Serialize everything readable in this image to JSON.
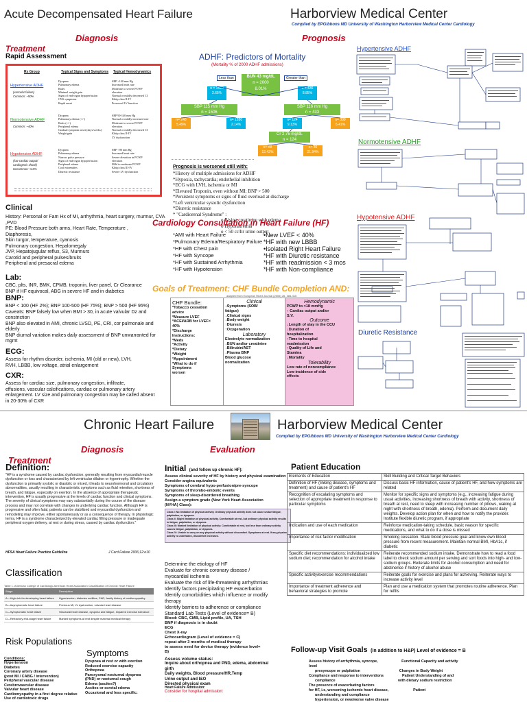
{
  "top": {
    "title_left": "Acute Decompensated Heart Failure",
    "title_right": "Harborview Medical Center",
    "credit": "Compiled by EPGibbons MD  University of Washington Harborview Medical Center Cardiology",
    "diagnosis": "Diagnosis",
    "prognosis": "Prognosis",
    "treatment": "Treatment",
    "rapid": "Rapid Assessment",
    "rapid_headers": [
      "Rx Group",
      "Typical Signs and Symptoms",
      "Typical Hemodynamics"
    ],
    "rapid_groups": [
      {
        "name": "Hypertensive ADHF",
        "color": "#1e4fd8",
        "sub": [
          "(vascular failure)",
          "Common: ~50%"
        ],
        "signs": [
          "Dyspnea",
          "Pulmonary edema",
          "Rales",
          "Minimal weight gain",
          "Signs of end-organ hypoperfusion",
          "CNS symptoms",
          "Rapid onset"
        ],
        "hemo": [
          "SBP >140 mm Hg",
          "Increased heart rate",
          "Moderate to severe PCWP",
          "elevation",
          "Normal or mildly decreased CI",
          "Kihip class II-IV",
          "Preserved LV function"
        ]
      },
      {
        "name": "Normotensive ADHF",
        "color": "#23a020",
        "sub": [
          "Common: ~40%"
        ],
        "signs": [
          "Dyspnea",
          "Pulmonary edema (+/-)",
          "Rales (+/-)",
          "Peripheral edema",
          "Gradual symptom onset (days/weeks)",
          "Weight gain"
        ],
        "hemo": [
          "SBP 90-140 mm Hg",
          "Normal or mildly increased rate",
          "Moderate to severe PCWP",
          "elevation",
          "Normal or mildly decreased CI",
          "Kihip class II-IV",
          "LV dysfunction"
        ]
      },
      {
        "name": "Hypotensive ADHF",
        "color": "#e01b1b",
        "sub": [
          "(low cardiac output/",
          "cardiogenic shock)",
          "Uncommon: <10%"
        ],
        "signs": [
          "Dyspnea",
          "Pulmonary edema",
          "Narrow pulse pressure",
          "Signs of end-organ hypoperfusion",
          "Peripheral edema",
          "Cool extremities",
          "Diuretic resistance"
        ],
        "hemo": [
          "SBP <90 mm Hg",
          "Increased heart rate",
          "Severe elevation in PCWP",
          "elevation",
          "Mild to moderate PCWP",
          "Kihip class III-IV",
          "Severe LV dysfunction"
        ]
      }
    ],
    "clinical_head": "Clinical",
    "clinical_text": [
      "History: Personal or Fam Hx of MI, arrhythmia, heart surgery, murmur,                     CVA ,PVD",
      "PE:  Blood Pressure both arms, Heart Rate, Temperature ,",
      "Diaphoresis,",
      "      Skin turgor, temperature, cyanosis",
      "      Pulmonary congestion, Hepalomegaly",
      "      JVP, Hepatojugular reflux, S3, Murmurs",
      "      Carotid and peripheral pulses/bruits",
      "      Peripheral and presacral edema"
    ],
    "lab_head": "Lab:",
    "lab_text": [
      "CBC, plts, INR, BMK, CPMB, troponin, liver panel, Cr Clearance",
      "BNP if HF equivocal, ABG in severe HF and in diabetics"
    ],
    "bnp_head": "BNP:",
    "bnp_text": [
      " BNP < 100 (HF 2%); BNP 100-500 (HF 75%); BNP > 500 (HF 95%)",
      "Caveats: BNP falsely low when BMI > 30, in acute valvular Dz and constriction",
      "BNP also elevated in AMI, chronic LVSD, PE, CRI, cor pulmonale and elderly",
      "BNP diurnal variation makes daily assessment of BNP unwarranted for mgmt"
    ],
    "ecg_head": "ECG:",
    "ecg_text": [
      " Assess for rhythm disorder, ischemia, MI (old or new), LVH,",
      "RVH, LBBB, low voltage, atrial enlargement"
    ],
    "cxr_head": "CXR:",
    "cxr_text": [
      " Assess for cardiac size, pulmonary congestion, infiltrate,",
      "effusions, vascular calcifications, cardiac or pulmonary artery",
      "enlargement. LV size and pulmonary congestion may be called absent",
      "in 20-30% of CXR"
    ]
  },
  "predictors": {
    "title": "ADHF: Predictors of Mortality",
    "subtitle": "(Mortality % of 2000 ADHF admissions)",
    "bun": "BUN 43 mg/dL",
    "bun_n": "n = 2000",
    "bun_pct": "8.01%",
    "less": "Less than",
    "greater": "Greater than",
    "n1520": "n = 1520",
    "p1": "3.65%",
    "n436": "n = 436",
    "p2": "8.85%",
    "sbp1": "SBP 115 mm Hg",
    "sbp1n": "n = 1506",
    "sbp2": "SBP 116 mm Hg",
    "sbp2n": "n = 433",
    "leaves": [
      {
        "n": "n= 248",
        "p": "5.49%"
      },
      {
        "n": "n= 1280",
        "p": "2.14%"
      },
      {
        "n": "n= 124",
        "p": "9.13%"
      },
      {
        "n": "n= 309",
        "p": "6.41%"
      }
    ],
    "cr": "Cr 2.75 mg/dL",
    "crn": "n = 124",
    "lo": [
      {
        "n": "n= 88",
        "p": "12.42%"
      },
      {
        "n": "n= 36",
        "p": "21.94%"
      }
    ],
    "prognosis_head": "Prognosis is worsened still with:",
    "prognosis_list": [
      "*History of multiple admissions for ADHF",
      "*Hypoxia, tachycardia; endothelial inhibition",
      "*ECG with LVH, ischemia or MI",
      "*Elevated Troponin, even without MI; BNP > 500",
      "*Persistent symptoms or signs of fluid overload at discharge",
      "*Left ventricular systolic dysfunction",
      "*Diuretic resistance",
      "* \"Cardiorenal Syndrome\" :"
    ],
    "cardiorenal": [
      "o Rising creatinine with edema",
      "o Hyponatremia",
      "o < 50 cc/hr urine output"
    ]
  },
  "flow": {
    "hyper": "Hypertensive ADHF",
    "normo": "Normotensive ADHF",
    "hypo": "Hypotensive ADHF",
    "diuretic": "Diuretic Resistance"
  },
  "consult": {
    "title": "Cardiology Consultation in Heart Failure (HF)",
    "col1": [
      "*AMI with Heart Failure",
      "*Pulmonary Edema/Respiratory Failure",
      "*HF with Chest pain",
      "*HF with Syncope",
      "*HF with Sustained Arrhythmia",
      "*HF with Hypotension"
    ],
    "col2": [
      "•New LVEF < 40%",
      "*HF with new LBBB",
      "•Isolated Right Heart Failure",
      "*HF with Diuretic resistance",
      "*HF with readmission < 3 mos",
      "*HF with Non-compliance"
    ]
  },
  "goals": {
    "title": "Goals of Treatment: CHF Bundle Completion AND:",
    "source": "adapted from European Heart Journal (2005) 26, 384-416",
    "bundle_head": "CHF Bundle:",
    "bundle": [
      "*Tobacco cessation",
      "advice",
      "*Measure LVEF",
      "*ACEI/ARB for LVEF<",
      "40%",
      "*Discharge",
      "Instructions:",
      "  *Meds",
      "  *Activity",
      "  *Dietary",
      "  *Weight",
      "  *Appointment",
      "  *What to do if",
      "   Symptoms",
      "worsen"
    ],
    "clinical_head": "Clinical",
    "clinical": [
      "↓Symptoms (SOB/",
      "fatigue)",
      "↓Clinical signs",
      "↓Body weight",
      "↑Diuresis",
      "↑Oxygenation"
    ],
    "lab_head": "Laboratory",
    "lab": [
      "Electrolyte normalization",
      "↓BUN and/or creatinine",
      "↓Bilirubin/AST",
      "↓Plasma BNP",
      "Blood glucose",
      "normalization"
    ],
    "hemo_head": "Hemodynamic",
    "hemo": [
      "PCWP to <18 mmHg",
      "↑ Cardiac output and/or",
      "S.V."
    ],
    "outcome_head": "Outcome",
    "outcome": [
      "↓Length of stay in the CCU",
      "↓Duration of",
      "hospitalization",
      "↑Time to hospital",
      "readmission",
      "↑Quality of Life and",
      "Stamina",
      "↓Mortality"
    ],
    "tol_head": "Tolerability",
    "tol": [
      "Low rate of noncompliance",
      "Low incidence of side",
      "effects"
    ]
  },
  "chronic": {
    "title_left": "Chronic Heart Failure",
    "title_right": "Harborview  Medical Center",
    "credit": "Compiled by EPGibbons MD  University of Washington Harborview Medical Center Cardiology",
    "diagnosis": "Diagnosis",
    "treatment": "Treatment",
    "evaluation": "Evaluation",
    "definition_head": "Definition:",
    "definition": "\"HF is a syndrome caused by cardiac dysfunction, generally resulting from myocardial muscle dysfunction or loss and characterized by left ventricular dilation or hypertrophy. Whether the dysfunction is primarily systolic or diastolic or mixed, it leads to neurohormonal and circulatory abnormalities, usually resulting in characteristic symptoms such as fluid retention, shortness of breath, and fatigue, especially on exertion. In the absence of appropriate therapeutic intervention, HF is usually progressive at the levels of cardiac function and clinical symptoms. The severity of clinical symptoms may vary substantially during the course of the disease process and may not correlate with changes in underlying cardiac function. Although HF is progressive and often fatal, patients can be stabilized and myocardial dysfunction and remodeling may improve, either spontaneously or as a consequence of therapy. In physiologic terms, HF is a syndrome characterized by elevated cardiac filling pressure or inadequate peripheral oxygen delivery, at rest or during stress, caused by cardiac dysfunction.\"",
    "def_source_l": "HFSA Heart Failure Practice Guideline",
    "def_source_r": "J Card Failure 2006;12:e10",
    "classification_head": "Classification",
    "class_title": "Table 1. American College of Cardiology-American Heart Association Classification of Chronic Heart Failure",
    "class_rows": [
      [
        "Stage",
        "Description"
      ],
      [
        "A—High risk for developing heart failure",
        "Hypertension, diabetes mellitus, CAD, family history of cardiomyopathy"
      ],
      [
        "B—Asymptomatic heart failure",
        "Previous MI, LV dysfunction, valvular heart disease"
      ],
      [
        "C—Symptomatic heart failure",
        "Structural heart disease, dyspnea and fatigue, impaired exercise tolerance"
      ],
      [
        "D—Refractory end-stage heart failure",
        "Marked symptoms at rest despite maximal medical therapy"
      ]
    ],
    "risk_head": "Risk Populations",
    "symptoms_head": "Symptoms",
    "conditions_head": "Conditions:",
    "conditions": [
      "Hypertension",
      "Diabetes",
      "Coronary artery disease",
      "  (post MI / CABG / intervention)",
      "Peripheral vascular disease",
      "Cerebrovascular disease",
      "Valvular heart disease",
      "Cardiomyopathy in a first degree relative",
      "Use of cardiotoxic drugs"
    ],
    "symptoms": [
      "Dyspnea at rest or with exertion",
      "Reduced exercise capacity",
      "Orthopnea",
      "Paroxysmal nocturnal dyspnea",
      "(PND) or   nocturnal cough",
      "Edema (ascites?)",
      "Ascites or scrotal edema",
      "",
      "Occasional and less specific:"
    ],
    "initial_head": "Initial",
    "initial_note": "(and follow up chronic HF):",
    "initial_list": [
      "Assess clinical severity of HF by history and physical examination",
      "  Consider angina equivalents",
      "  Symptoms of cerebral hypo-perfusion/pre-syncope",
      "  Symptoms of thrombo-embolic events",
      "  Symptoms of sleep-disordered breathing",
      "Assign a symptom grade (New York Heart Association",
      "  (NYHA) Class):"
    ],
    "nyha": [
      "Class I:    No limitation of physical activity. Ordinary physical activity does not cause undue fatigue, palpitation, or dyspnea.",
      "Class II:   Slight limitation of physical activity. Comfortable at rest, but ordinary physical activity results in fatigue, palpitation, or dyspnea.",
      "Class III:  Marked limitation of physical activity. Comfortable at rest, but less than ordinary activity causes fatigue, palpitation, or dyspnea.",
      "Class IV:   Unable to carry on any physical activity without discomfort. Symptoms at rest. If any physical activity is undertaken, discomfort increases."
    ],
    "eval_list": [
      "Determine the etiology of HF",
      "Evaluate for chronic coronary disease /",
      "   myocardial ischemia",
      "Evaluate the risk of life-threatening arrhythmias",
      "Identify factors precipitating HF exacerbation",
      "Identify comorbidities which influence or modify",
      "   therapy",
      "Identify barriers to adherence or compliance"
    ],
    "labs_head": "Standard Lab Tests (Level of evidence= B)",
    "labs_list": [
      "  Blood: CBC, CMB, Lipid profile, UA, TSH",
      "           BNP if diagnosis is in doubt",
      "  ECG",
      "  Chest X-ray",
      "  Echocardiogram (Level of evidence = C)",
      "    repeat after 3 months of medical therapy",
      "    to assess need for device therapy (evidence level=",
      "    B)"
    ],
    "volume_head": "Assess volume status:",
    "volume_list": [
      "  Inquire about orthopnea and PND, edema, abdominal",
      "  girth",
      "  Daily weights, Blood pressure/HR,Temp",
      "  Urine output and I&O",
      "  Directed physical exam"
    ],
    "patient_ed_head": "Patient Education",
    "ed_rows": [
      [
        "Elements of Education",
        "Skill Building and Critical Target Behaviors"
      ],
      [
        "Definition of HF (linking disease, symptoms and treatment) and cause of patient's HF",
        "Discuss basic HF information, cause of patient's HF, and how symptoms are related"
      ],
      [
        "Recognition of escalating symptoms and selection of appropriate treatment in response to particular symptoms",
        "Monitor for specific signs and symptoms (e.g., increasing fatigue during usual activities, increasing shortness of breath with activity, shortness of breath at rest, need to sleep with increasing number of pillows, waking at night with shortness of breath, edema). Perform and document daily weights. Develop action plan for when and how to notify the provider. Institute flexible diuretic program, if appropriate"
      ],
      [
        "Indication and use of each medication",
        "Reinforce medication-taking schedule, basic reason for specific medications, and what to do if a dose is missed"
      ],
      [
        "Importance of risk factor modification",
        "Smoking cessation. State blood pressure goal and know own blood pressure from recent measurement. Maintain normal BMI, HbA1c, if diabetic"
      ],
      [
        "Specific diet recommendations: individualized low sodium diet; recommendation for alcohol intake",
        "Reiterate recommended sodium intake. Demonstrate how to read a food label to check sodium amount per serving and sort foods into high- and low-sodium groups. Reiterate limits for alcohol consumption and need for abstinence if history of alcohol abuse"
      ],
      [
        "Specific activity/exercise recommendations",
        "Reiterate goals for exercise and plans for achieving. Reiterate ways to increase activity level"
      ],
      [
        "Importance of treatment adherence and behavioral strategies to promote",
        "Plan and use a medication system that promotes routine adherence. Plan for refills"
      ]
    ],
    "followup_head": "Follow-up Visit Goals",
    "followup_note": "(in addition to H&P) Level of evidence = B",
    "followup_list": [
      "Assess history of arrhythmia, syncope,                       Functional Capacity and activity",
      "level",
      "      presyncope or palpitation                                      Changes in Body Weight",
      "Compliance and response to interventions                  Patient Understanding of and",
      "      compliance                                                             with dietary sodium restriction",
      "The presence of exacerbating factors",
      "for HF, i.e, worsening ischemic heart disease,                        Patient",
      "      understanding and compliance",
      "      hypertension, or new/worse valve disease"
    ],
    "hosp_head": "Heart Failure Admission:",
    "hosp_note": "Consider for hospital admission:"
  },
  "colors": {
    "red": "#d0021b",
    "blue": "#1a3fa0",
    "green": "#79c142",
    "orange": "#f7a21b",
    "cyan": "#00b4e6",
    "pink": "#f4c1df"
  }
}
